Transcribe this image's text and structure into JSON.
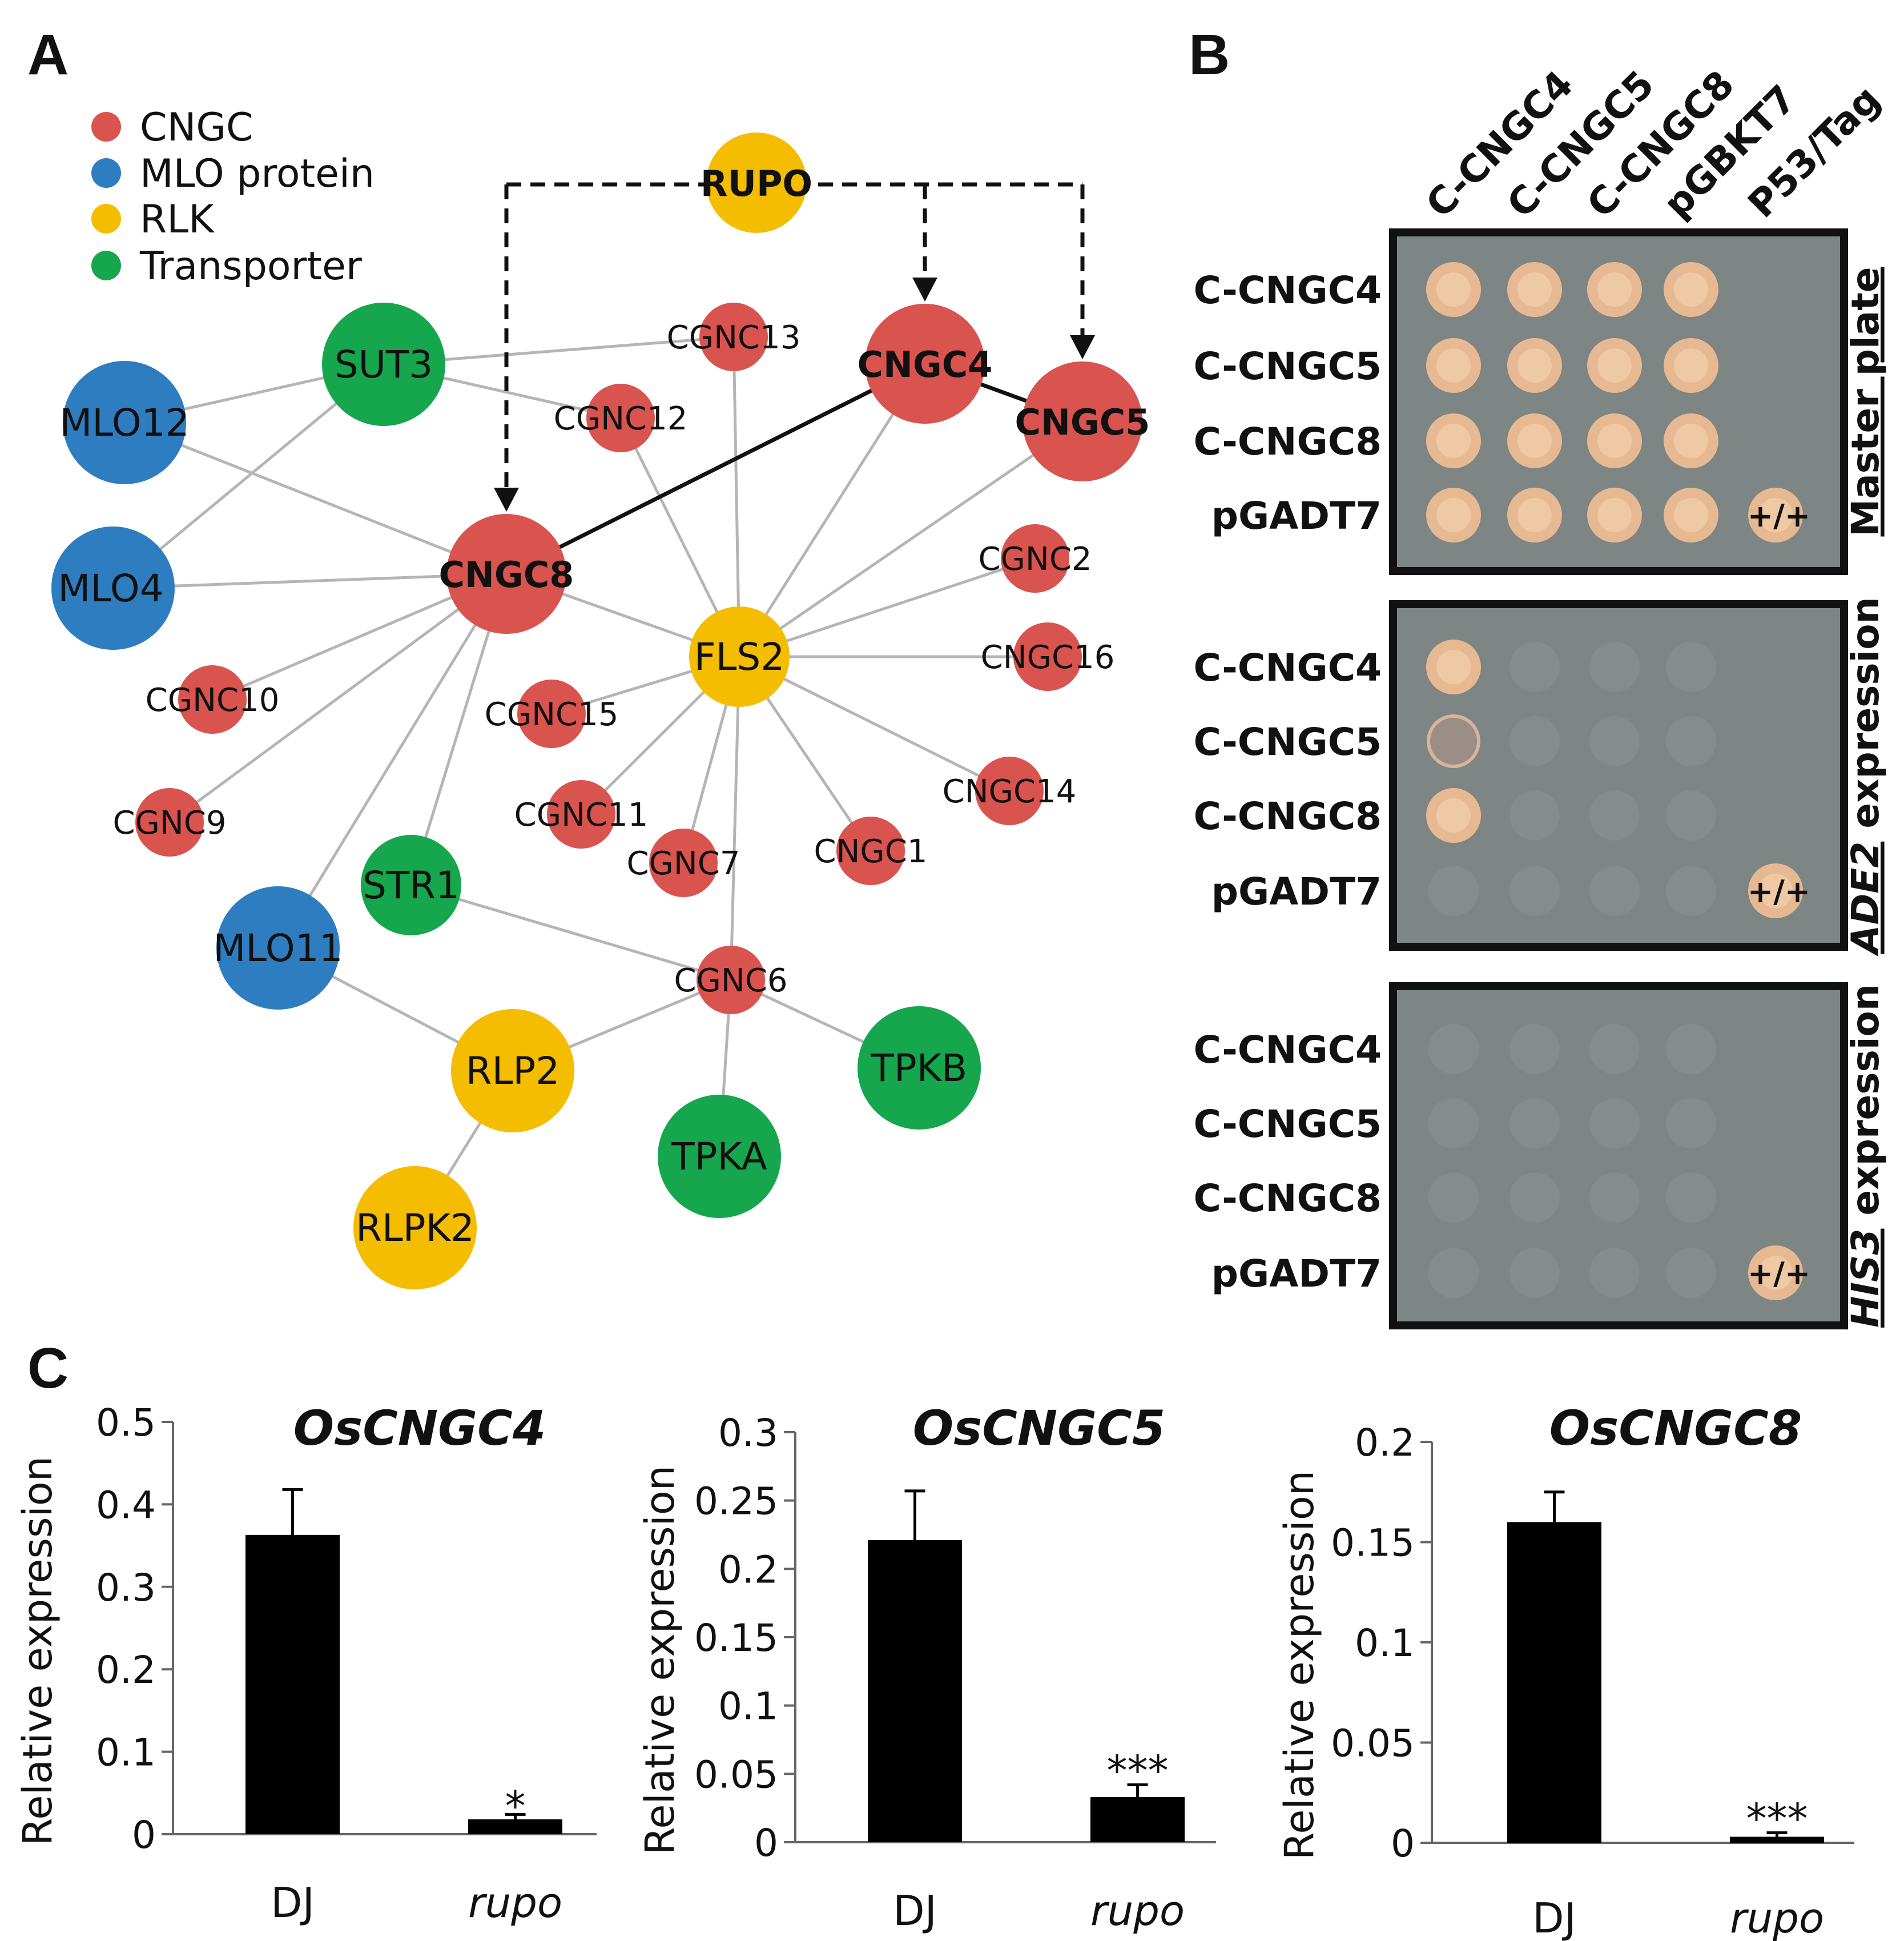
{
  "panels": {
    "a": "A",
    "b": "B",
    "c": "C"
  },
  "network": {
    "legend": [
      {
        "label": "CNGC",
        "color": "#d9534f"
      },
      {
        "label": "MLO protein",
        "color": "#2f7dc1"
      },
      {
        "label": "RLK",
        "color": "#f5bd00"
      },
      {
        "label": "Transporter",
        "color": "#16a64d"
      }
    ],
    "nodes": [
      {
        "id": "RUPO",
        "label": "RUPO",
        "type": "RLK",
        "bold": true
      },
      {
        "id": "SUT3",
        "label": "SUT3",
        "type": "Transporter"
      },
      {
        "id": "MLO12",
        "label": "MLO12",
        "type": "MLO protein"
      },
      {
        "id": "MLO4",
        "label": "MLO4",
        "type": "MLO protein"
      },
      {
        "id": "MLO11",
        "label": "MLO11",
        "type": "MLO protein"
      },
      {
        "id": "CNGC8",
        "label": "CNGC8",
        "type": "CNGC",
        "bold": true
      },
      {
        "id": "CNGC4",
        "label": "CNGC4",
        "type": "CNGC",
        "bold": true
      },
      {
        "id": "CNGC5",
        "label": "CNGC5",
        "type": "CNGC",
        "bold": true
      },
      {
        "id": "CGNC13",
        "label": "CGNC13",
        "type": "CNGC"
      },
      {
        "id": "CGNC12",
        "label": "CGNC12",
        "type": "CNGC"
      },
      {
        "id": "CGNC2",
        "label": "CGNC2",
        "type": "CNGC"
      },
      {
        "id": "CNGC16",
        "label": "CNGC16",
        "type": "CNGC"
      },
      {
        "id": "FLS2",
        "label": "FLS2",
        "type": "RLK"
      },
      {
        "id": "CGNC10",
        "label": "CGNC10",
        "type": "CNGC"
      },
      {
        "id": "CGNC15",
        "label": "CGNC15",
        "type": "CNGC"
      },
      {
        "id": "CGNC9",
        "label": "CGNC9",
        "type": "CNGC"
      },
      {
        "id": "CGNC11",
        "label": "CGNC11",
        "type": "CNGC"
      },
      {
        "id": "CNGC14",
        "label": "CNGC14",
        "type": "CNGC"
      },
      {
        "id": "CGNC7",
        "label": "CGNC7",
        "type": "CNGC"
      },
      {
        "id": "CNGC1",
        "label": "CNGC1",
        "type": "CNGC"
      },
      {
        "id": "STR1",
        "label": "STR1",
        "type": "Transporter"
      },
      {
        "id": "CGNC6",
        "label": "CGNC6",
        "type": "CNGC"
      },
      {
        "id": "RLP2",
        "label": "RLP2",
        "type": "RLK"
      },
      {
        "id": "TPKB",
        "label": "TPKB",
        "type": "Transporter"
      },
      {
        "id": "TPKA",
        "label": "TPKA",
        "type": "Transporter"
      },
      {
        "id": "RLPK2",
        "label": "RLPK2",
        "type": "RLK"
      }
    ],
    "edges": [
      [
        "SUT3",
        "MLO12"
      ],
      [
        "SUT3",
        "MLO4"
      ],
      [
        "SUT3",
        "CGNC13"
      ],
      [
        "SUT3",
        "CGNC12"
      ],
      [
        "MLO12",
        "CNGC8"
      ],
      [
        "MLO4",
        "CNGC8"
      ],
      [
        "CNGC8",
        "CGNC10"
      ],
      [
        "CNGC8",
        "CGNC9"
      ],
      [
        "CNGC8",
        "STR1"
      ],
      [
        "CNGC8",
        "MLO11"
      ],
      [
        "CNGC8",
        "FLS2"
      ],
      [
        "CGNC12",
        "FLS2"
      ],
      [
        "CGNC13",
        "FLS2"
      ],
      [
        "CNGC4",
        "FLS2"
      ],
      [
        "CNGC5",
        "FLS2"
      ],
      [
        "FLS2",
        "CGNC2"
      ],
      [
        "FLS2",
        "CNGC16"
      ],
      [
        "FLS2",
        "CGNC15"
      ],
      [
        "FLS2",
        "CGNC11"
      ],
      [
        "FLS2",
        "CGNC7"
      ],
      [
        "FLS2",
        "CNGC1"
      ],
      [
        "FLS2",
        "CNGC14"
      ],
      [
        "FLS2",
        "CGNC6"
      ],
      [
        "STR1",
        "CGNC6"
      ],
      [
        "CGNC6",
        "RLP2"
      ],
      [
        "CGNC6",
        "TPKB"
      ],
      [
        "CGNC6",
        "TPKA"
      ],
      [
        "MLO11",
        "RLP2"
      ],
      [
        "RLP2",
        "RLPK2"
      ]
    ],
    "strong_edges": [
      [
        "CNGC8",
        "CNGC4"
      ],
      [
        "CNGC4",
        "CNGC5"
      ]
    ],
    "dashed_targets": [
      "CNGC8",
      "CNGC4",
      "CNGC5"
    ]
  },
  "y2h": {
    "columns": [
      "C-CNGC4",
      "C-CNGC5",
      "C-CNGC8",
      "pGBKT7",
      "P53/Tag"
    ],
    "rows": [
      "C-CNGC4",
      "C-CNGC5",
      "C-CNGC8",
      "pGADT7"
    ],
    "positive_control_label": "+/+",
    "plates": [
      {
        "label": "Master plate",
        "growth": [
          [
            1,
            1,
            1,
            1,
            0
          ],
          [
            1,
            1,
            1,
            1,
            0
          ],
          [
            1,
            1,
            1,
            1,
            0
          ],
          [
            1,
            1,
            1,
            1,
            1
          ]
        ]
      },
      {
        "label_italic": "ADE2",
        "label_rest": " expression",
        "growth": [
          [
            1,
            0,
            0,
            0,
            0
          ],
          [
            0.5,
            0,
            0,
            0,
            0
          ],
          [
            1,
            0,
            0,
            0,
            0
          ],
          [
            0,
            0,
            0,
            0,
            1
          ]
        ]
      },
      {
        "label_italic": "HIS3",
        "label_rest": " expression",
        "growth": [
          [
            0,
            0,
            0,
            0,
            0
          ],
          [
            0,
            0,
            0,
            0,
            0
          ],
          [
            0,
            0,
            0,
            0,
            0
          ],
          [
            0,
            0,
            0,
            0,
            1
          ]
        ]
      }
    ]
  },
  "chart_data": [
    {
      "type": "bar",
      "title": "OsCNGC4",
      "categories": [
        "DJ",
        "rupo"
      ],
      "values": [
        0.363,
        0.018
      ],
      "errors": [
        0.055,
        0.006
      ],
      "significance": [
        "",
        "*"
      ],
      "ylabel": "Relative expression",
      "ylim": [
        0,
        0.5
      ],
      "yticks": [
        "0",
        "0.1",
        "0.2",
        "0.3",
        "0.4",
        "0.5"
      ],
      "ytick_values": [
        0,
        0.1,
        0.2,
        0.3,
        0.4,
        0.5
      ]
    },
    {
      "type": "bar",
      "title": "OsCNGC5",
      "categories": [
        "DJ",
        "rupo"
      ],
      "values": [
        0.221,
        0.033
      ],
      "errors": [
        0.036,
        0.009
      ],
      "significance": [
        "",
        "***"
      ],
      "ylabel": "Relative expression",
      "ylim": [
        0,
        0.3
      ],
      "yticks": [
        "0",
        "0.05",
        "0.1",
        "0.15",
        "0.2",
        "0.25",
        "0.3"
      ],
      "ytick_values": [
        0,
        0.05,
        0.1,
        0.15,
        0.2,
        0.25,
        0.3
      ]
    },
    {
      "type": "bar",
      "title": "OsCNGC8",
      "categories": [
        "DJ",
        "rupo"
      ],
      "values": [
        0.16,
        0.003
      ],
      "errors": [
        0.015,
        0.002
      ],
      "significance": [
        "",
        "***"
      ],
      "ylabel": "Relative expression",
      "ylim": [
        0,
        0.2
      ],
      "yticks": [
        "0",
        "0.05",
        "0.1",
        "0.15",
        "0.2"
      ],
      "ytick_values": [
        0,
        0.05,
        0.1,
        0.15,
        0.2
      ]
    }
  ]
}
